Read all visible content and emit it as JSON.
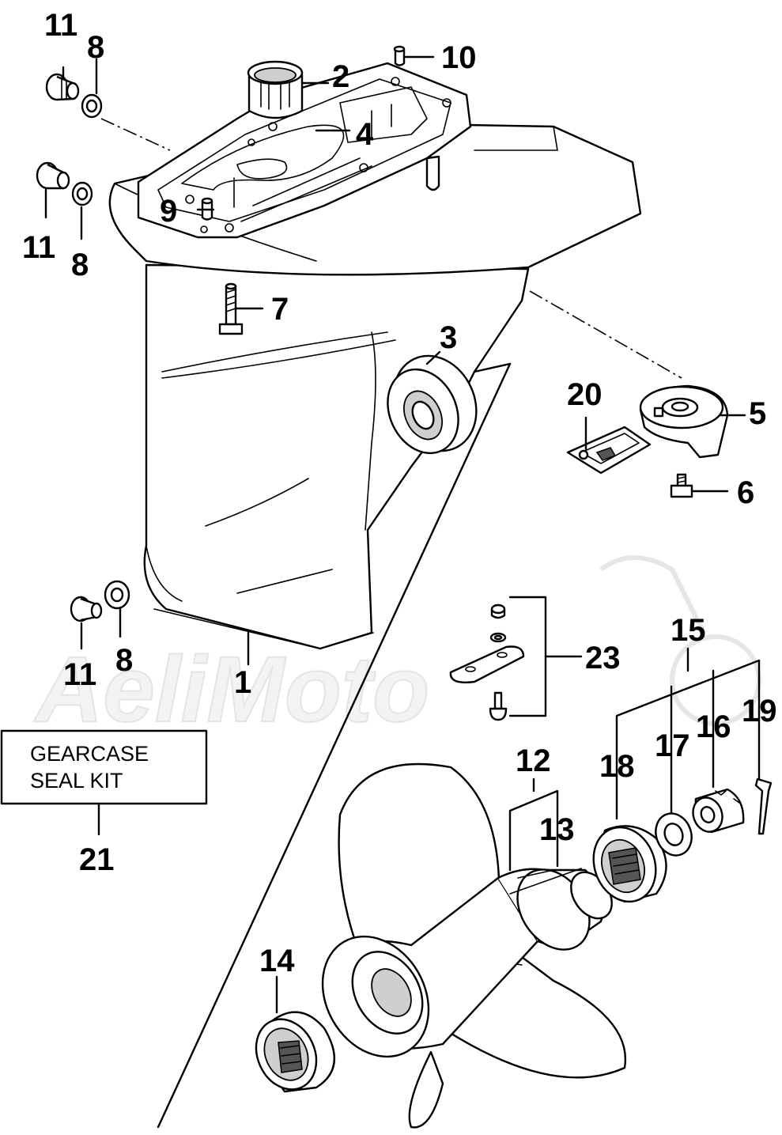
{
  "diagram": {
    "watermark_text": "AeliMoto",
    "kit_box": {
      "line1": "GEARCASE",
      "line2": "SEAL KIT",
      "callout": "21"
    },
    "callouts": [
      {
        "id": "n11a",
        "text": "11"
      },
      {
        "id": "n8a",
        "text": "8"
      },
      {
        "id": "n2",
        "text": "2"
      },
      {
        "id": "n10",
        "text": "10"
      },
      {
        "id": "n4",
        "text": "4"
      },
      {
        "id": "n11b",
        "text": "11"
      },
      {
        "id": "n8b",
        "text": "8"
      },
      {
        "id": "n9",
        "text": "9"
      },
      {
        "id": "n7",
        "text": "7"
      },
      {
        "id": "n3",
        "text": "3"
      },
      {
        "id": "n20",
        "text": "20"
      },
      {
        "id": "n5",
        "text": "5"
      },
      {
        "id": "n6",
        "text": "6"
      },
      {
        "id": "n11c",
        "text": "11"
      },
      {
        "id": "n8c",
        "text": "8"
      },
      {
        "id": "n1",
        "text": "1"
      },
      {
        "id": "n23",
        "text": "23"
      },
      {
        "id": "n15",
        "text": "15"
      },
      {
        "id": "n19",
        "text": "19"
      },
      {
        "id": "n16",
        "text": "16"
      },
      {
        "id": "n17",
        "text": "17"
      },
      {
        "id": "n18",
        "text": "18"
      },
      {
        "id": "n12",
        "text": "12"
      },
      {
        "id": "n13",
        "text": "13"
      },
      {
        "id": "n14",
        "text": "14"
      }
    ]
  }
}
